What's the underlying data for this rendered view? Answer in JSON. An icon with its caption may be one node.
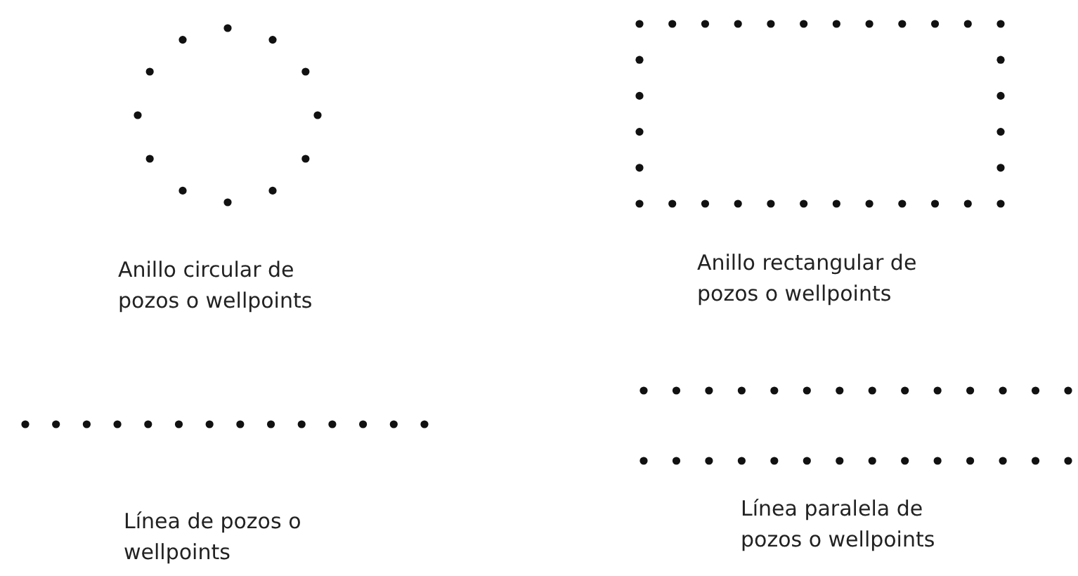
{
  "diagram": {
    "labels": [
      "Anillo circular de pozos o wellpoints",
      "Anillo rectangular de pozos o wellpoints",
      "Línea de pozos o wellpoints",
      "Línea paralela de pozos o wellpoints"
    ]
  }
}
